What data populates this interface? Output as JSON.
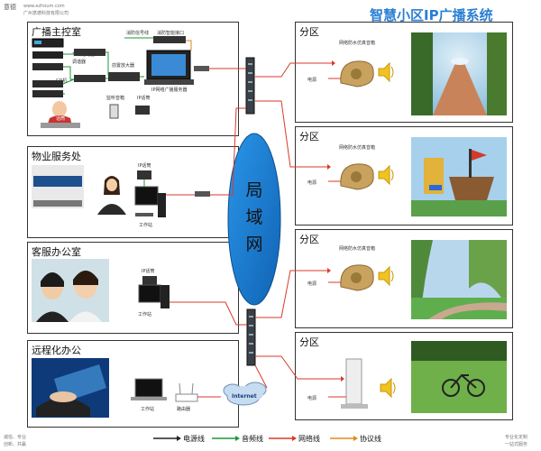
{
  "header": {
    "title": "智慧小区IP广播系统",
    "logo_brand": "意德",
    "logo_url": "www.ezhoum.com",
    "logo_company": "广州意德科技有限公司"
  },
  "panels": {
    "control_room": {
      "title": "广播主控室",
      "labels": {
        "program_timer": "节目定时器",
        "tuner": "调谐器",
        "cd": "CD机",
        "mic": "话筒",
        "fire_signal": "消防信号线",
        "fire_interface": "消防智能接口",
        "preamp": "前置放大器",
        "ip_server": "IP网络广播服务器",
        "monitor_speaker": "监听音箱",
        "ip_phone": "IP话筒"
      }
    },
    "property_office": {
      "title": "物业服务处",
      "labels": {
        "ip_phone": "IP话筒",
        "workstation": "工作站"
      }
    },
    "service_office": {
      "title": "客服办公室",
      "labels": {
        "ip_phone": "IP话筒",
        "workstation": "工作站"
      }
    },
    "remote_office": {
      "title": "远程化办公",
      "labels": {
        "workstation": "工作站",
        "router": "路由器"
      }
    }
  },
  "network": {
    "lan_label": "局域网",
    "internet_label": "Internet"
  },
  "zones": [
    {
      "title": "分区",
      "speaker": "网络防水仿真音箱",
      "power": "电源"
    },
    {
      "title": "分区",
      "speaker": "网络防水仿真音箱",
      "power": "电源"
    },
    {
      "title": "分区",
      "speaker": "网络防水仿真音箱",
      "power": "电源"
    },
    {
      "title": "分区",
      "speaker": "",
      "power": "电源"
    }
  ],
  "legend": [
    {
      "label": "电源线",
      "color": "#222222"
    },
    {
      "label": "音频线",
      "color": "#1a9a3a"
    },
    {
      "label": "网络线",
      "color": "#d83a2a"
    },
    {
      "label": "协议线",
      "color": "#e08a1a"
    }
  ],
  "footer": {
    "left_line1": "诚信、专业",
    "left_line2": "创新、共赢",
    "right_line1": "专业化定制",
    "right_line2": "一站式服务"
  }
}
